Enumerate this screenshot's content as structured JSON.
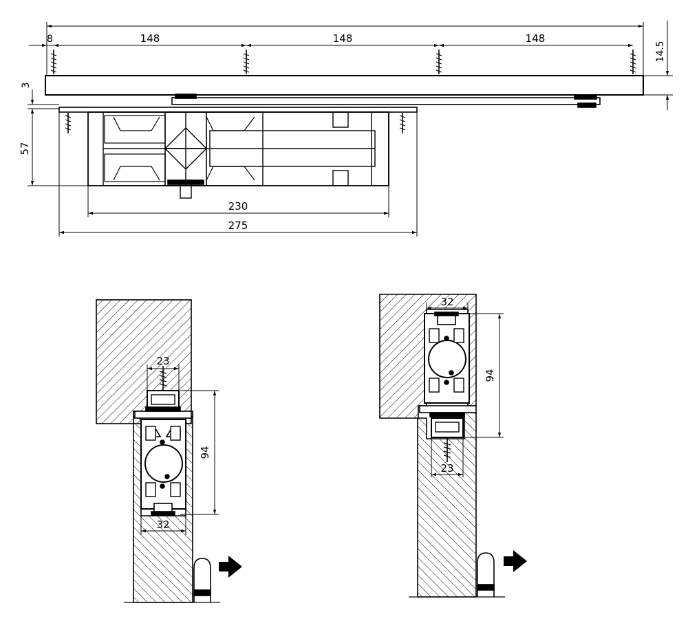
{
  "top_view": {
    "dims": {
      "edge_offset": "8",
      "spacing_1": "148",
      "spacing_2": "148",
      "spacing_3": "148",
      "track_height": "14.5",
      "gap": "3",
      "body_height": "57",
      "body_length": "230",
      "plate_length": "275"
    }
  },
  "section_left": {
    "dims": {
      "top_width": "23",
      "height": "94",
      "bottom_width": "32"
    }
  },
  "section_right": {
    "dims": {
      "top_width": "32",
      "height": "94",
      "bottom_width": "23"
    }
  },
  "colors": {
    "line": "#000000",
    "background": "#ffffff"
  }
}
